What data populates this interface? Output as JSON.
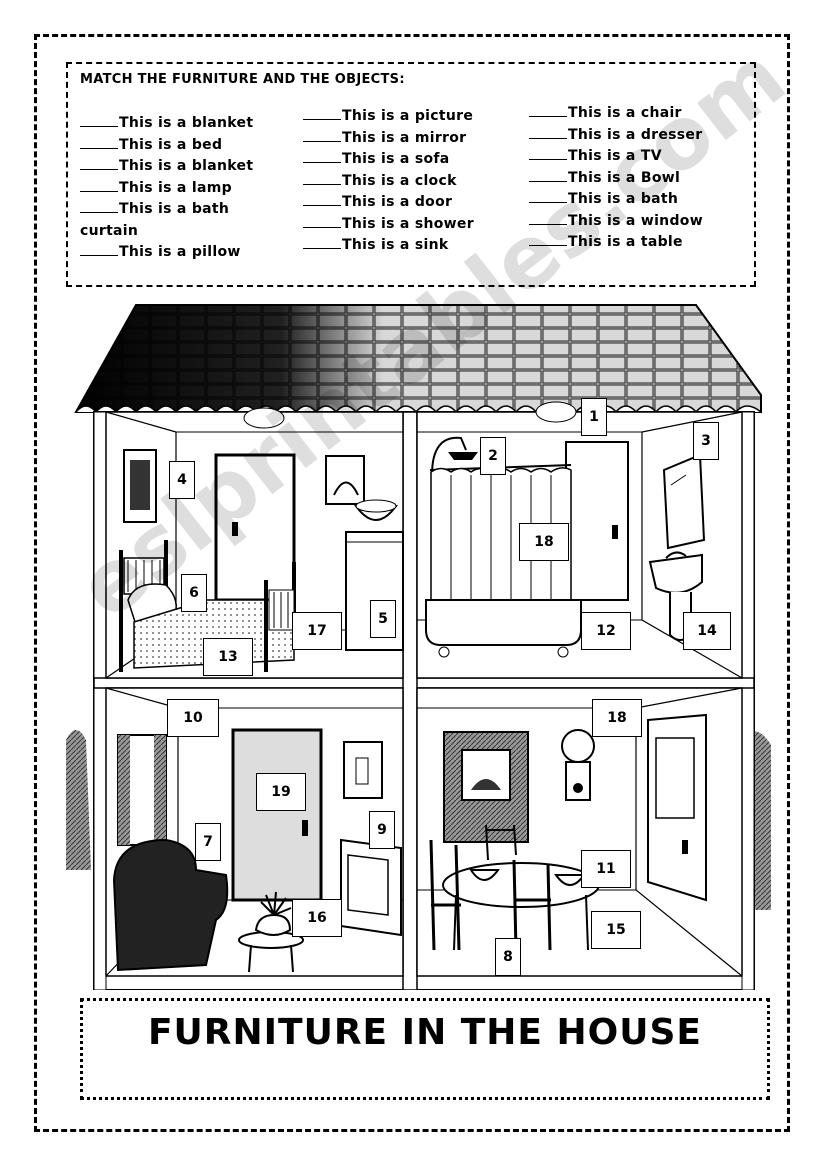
{
  "instructions": "MATCH THE FURNITURE AND THE OBJECTS:",
  "columns": [
    [
      "This is a blanket",
      "This is a bed",
      "This is a blanket",
      "This is a lamp",
      "This is a bath",
      "This is a pillow"
    ],
    [
      "This is a picture",
      "This is a mirror",
      "This is a sofa",
      "This is a clock",
      "This is a door",
      "This is a shower",
      "This is a sink"
    ],
    [
      "This is a chair",
      "This is a dresser",
      "This is a TV",
      "This is a Bowl",
      "This is a bath",
      "This is a window",
      "This is a table"
    ]
  ],
  "col1_wrap": "curtain",
  "labels": [
    "1",
    "2",
    "3",
    "4",
    "5",
    "6",
    "7",
    "8",
    "9",
    "10",
    "11",
    "12",
    "13",
    "14",
    "15",
    "16",
    "17",
    "18",
    "18",
    "19"
  ],
  "footer_title": "FURNITURE IN THE HOUSE",
  "watermark": "eslprintables.com"
}
